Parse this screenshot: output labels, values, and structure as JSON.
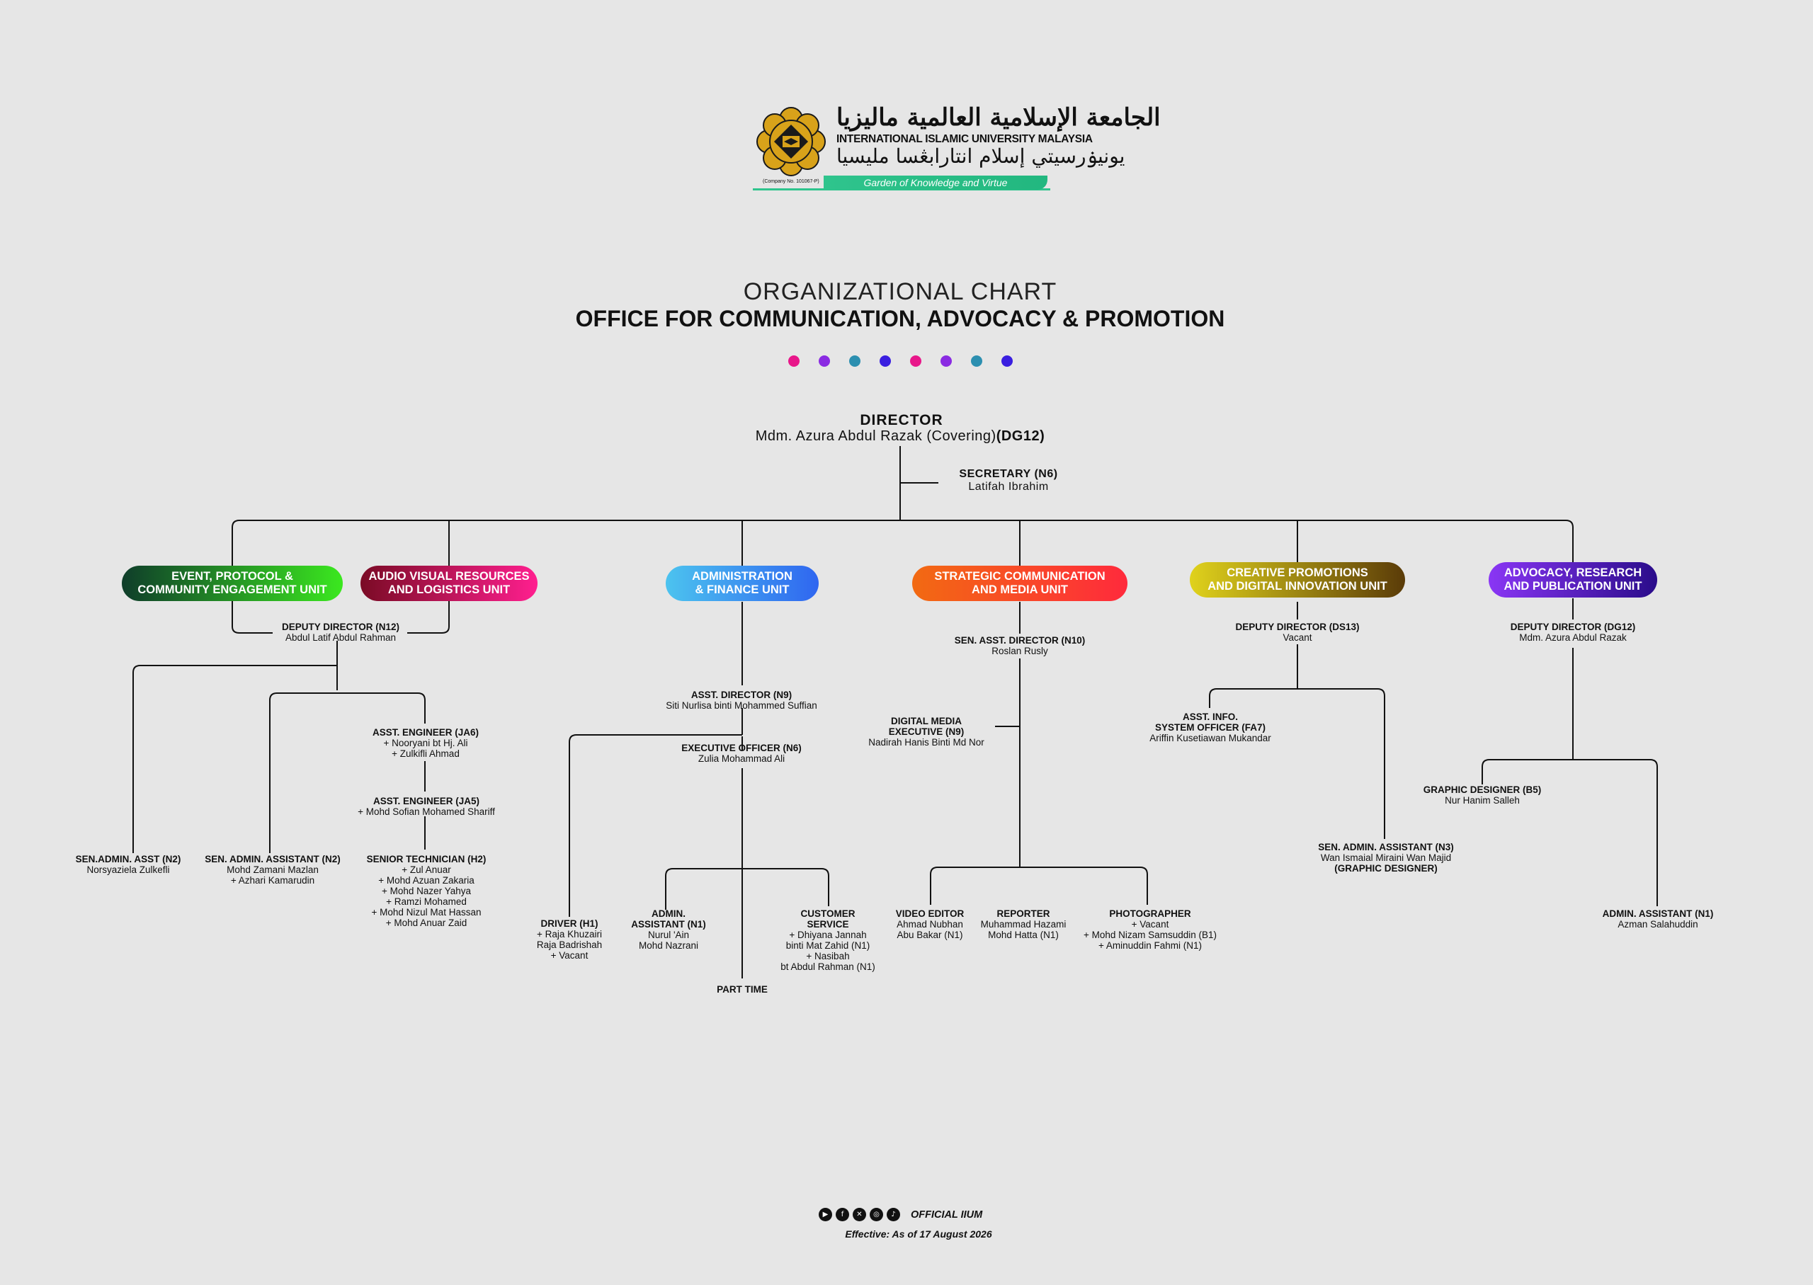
{
  "logo": {
    "arabic_name": "الجامعة الإسلامية العالمية ماليزيا",
    "english_name": "INTERNATIONAL ISLAMIC UNIVERSITY MALAYSIA",
    "jawi_name": "يونيۏرسيتي إسلام انتارابڠسا مليسيا",
    "company_no": "(Company No. 101067-P)",
    "tagline": "Garden of Knowledge and Virtue",
    "colors": {
      "emblem": "#d8a21a",
      "band": "#2fc48d"
    }
  },
  "header": {
    "title_top": "ORGANIZATIONAL CHART",
    "title_main": "OFFICE FOR COMMUNICATION, ADVOCACY & PROMOTION"
  },
  "dots": [
    "#e8178a",
    "#8a2be2",
    "#2c8fb0",
    "#3a1fe0",
    "#e8178a",
    "#8a2be2",
    "#2c8fb0",
    "#3a1fe0"
  ],
  "director": {
    "role": "DIRECTOR",
    "name": "Mdm. Azura Abdul Razak (Covering)",
    "grade": "(DG12)"
  },
  "secretary": {
    "role": "SECRETARY (N6)",
    "name": "Latifah Ibrahim"
  },
  "units": {
    "event": {
      "label": "EVENT, PROTOCOL & COMMUNITY ENGAGEMENT UNIT",
      "line1": "EVENT, PROTOCOL &",
      "line2": "COMMUNITY ENGAGEMENT UNIT",
      "colors": [
        "#0f3d2a",
        "#3be81f"
      ]
    },
    "audio": {
      "line1": "AUDIO VISUAL  RESOURCES",
      "line2": "AND LOGISTICS UNIT",
      "colors": [
        "#7a0b25",
        "#ff1f8f"
      ]
    },
    "admin": {
      "line1": "ADMINISTRATION",
      "line2": "& FINANCE UNIT",
      "colors": [
        "#4cc3ef",
        "#2f66f0"
      ]
    },
    "strategic": {
      "line1": "STRATEGIC COMMUNICATION",
      "line2": "AND MEDIA UNIT",
      "colors": [
        "#f26a12",
        "#ff2a3c"
      ]
    },
    "creative": {
      "line1": "CREATIVE PROMOTIONS",
      "line2": "AND DIGITAL INNOVATION UNIT",
      "colors": [
        "#e0d21c",
        "#5a3b08"
      ]
    },
    "advocacy": {
      "line1": "ADVOCACY, RESEARCH",
      "line2": "AND PUBLICATION UNIT",
      "colors": [
        "#8a36f5",
        "#2a0c8a"
      ]
    }
  },
  "event_unit": {
    "deputy": {
      "role": "DEPUTY DIRECTOR (N12)",
      "name": "Abdul Latif Abdul Rahman"
    },
    "sen_admin_asst": {
      "role": "SEN.ADMIN. ASST (N2)",
      "name": "Norsyaziela Zulkefli"
    },
    "sen_admin_assistant": {
      "role": "SEN. ADMIN. ASSISTANT (N2)",
      "names": [
        "Mohd Zamani Mazlan",
        "+ Azhari Kamarudin"
      ]
    },
    "asst_engineer_ja6": {
      "role": "ASST.  ENGINEER (JA6)",
      "names": [
        "+ Nooryani bt Hj. Ali",
        "+ Zulkifli Ahmad"
      ]
    },
    "asst_engineer_ja5": {
      "role": "ASST. ENGINEER (JA5)",
      "names": [
        "+ Mohd Sofian Mohamed Shariff"
      ]
    },
    "senior_technician": {
      "role": "SENIOR TECHNICIAN (H2)",
      "names": [
        "+ Zul Anuar",
        "+ Mohd Azuan Zakaria",
        "+ Mohd Nazer Yahya",
        "+  Ramzi Mohamed",
        "+ Mohd Nizul Mat Hassan",
        "+ Mohd Anuar Zaid"
      ]
    }
  },
  "admin_unit": {
    "asst_director": {
      "role": "ASST. DIRECTOR (N9)",
      "name": "Siti Nurlisa binti Mohammed Suffian"
    },
    "executive_officer": {
      "role": "EXECUTIVE OFFICER (N6)",
      "name": "Zulia Mohammad Ali"
    },
    "driver": {
      "role": "DRIVER (H1)",
      "names": [
        "+ Raja Khuzairi",
        "Raja Badrishah",
        "+ Vacant"
      ]
    },
    "admin_assistant": {
      "role_line1": "ADMIN.",
      "role_line2": "ASSISTANT (N1)",
      "names": [
        "Nurul 'Ain",
        "Mohd Nazrani"
      ]
    },
    "customer_service": {
      "role_line1": "CUSTOMER",
      "role_line2": "SERVICE",
      "names": [
        "+ Dhiyana Jannah",
        "binti Mat Zahid (N1)",
        "+ Nasibah",
        "bt Abdul Rahman (N1)"
      ]
    },
    "part_time": "PART TIME"
  },
  "strategic_unit": {
    "sen_asst_director": {
      "role": "SEN. ASST. DIRECTOR (N10)",
      "name": "Roslan Rusly"
    },
    "digital_media": {
      "role_line1": "DIGITAL MEDIA",
      "role_line2": "EXECUTIVE (N9)",
      "name": "Nadirah Hanis Binti Md Nor"
    },
    "video_editor": {
      "role": "VIDEO EDITOR",
      "names": [
        "Ahmad Nubhan",
        "Abu Bakar (N1)"
      ]
    },
    "reporter": {
      "role": "REPORTER",
      "names": [
        "Muhammad Hazami",
        "Mohd Hatta (N1)"
      ]
    },
    "photographer": {
      "role": "PHOTOGRAPHER",
      "names": [
        "+ Vacant",
        "+ Mohd Nizam Samsuddin (B1)",
        "+ Aminuddin Fahmi (N1)"
      ]
    }
  },
  "creative_unit": {
    "deputy": {
      "role": "DEPUTY DIRECTOR (DS13)",
      "name": "Vacant"
    },
    "asst_info": {
      "role_line1": "ASST. INFO.",
      "role_line2": "SYSTEM OFFICER (FA7)",
      "name": "Ariffin Kusetiawan Mukandar"
    },
    "sen_admin_assistant": {
      "role": "SEN. ADMIN. ASSISTANT (N3)",
      "name": "Wan Ismaial Miraini Wan Majid",
      "note": "(GRAPHIC DESIGNER)"
    }
  },
  "advocacy_unit": {
    "deputy": {
      "role": "DEPUTY DIRECTOR (DG12)",
      "name": "Mdm. Azura Abdul Razak"
    },
    "graphic_designer": {
      "role": "GRAPHIC DESIGNER (B5)",
      "name": "Nur Hanim Salleh"
    },
    "admin_assistant": {
      "role": "ADMIN. ASSISTANT (N1)",
      "name": "Azman Salahuddin"
    }
  },
  "footer": {
    "social_icons": [
      "youtube-icon",
      "facebook-icon",
      "x-icon",
      "instagram-icon",
      "tiktok-icon"
    ],
    "handle": "OFFICIAL IIUM",
    "effective": "Effective: As of  17 August 2026"
  }
}
